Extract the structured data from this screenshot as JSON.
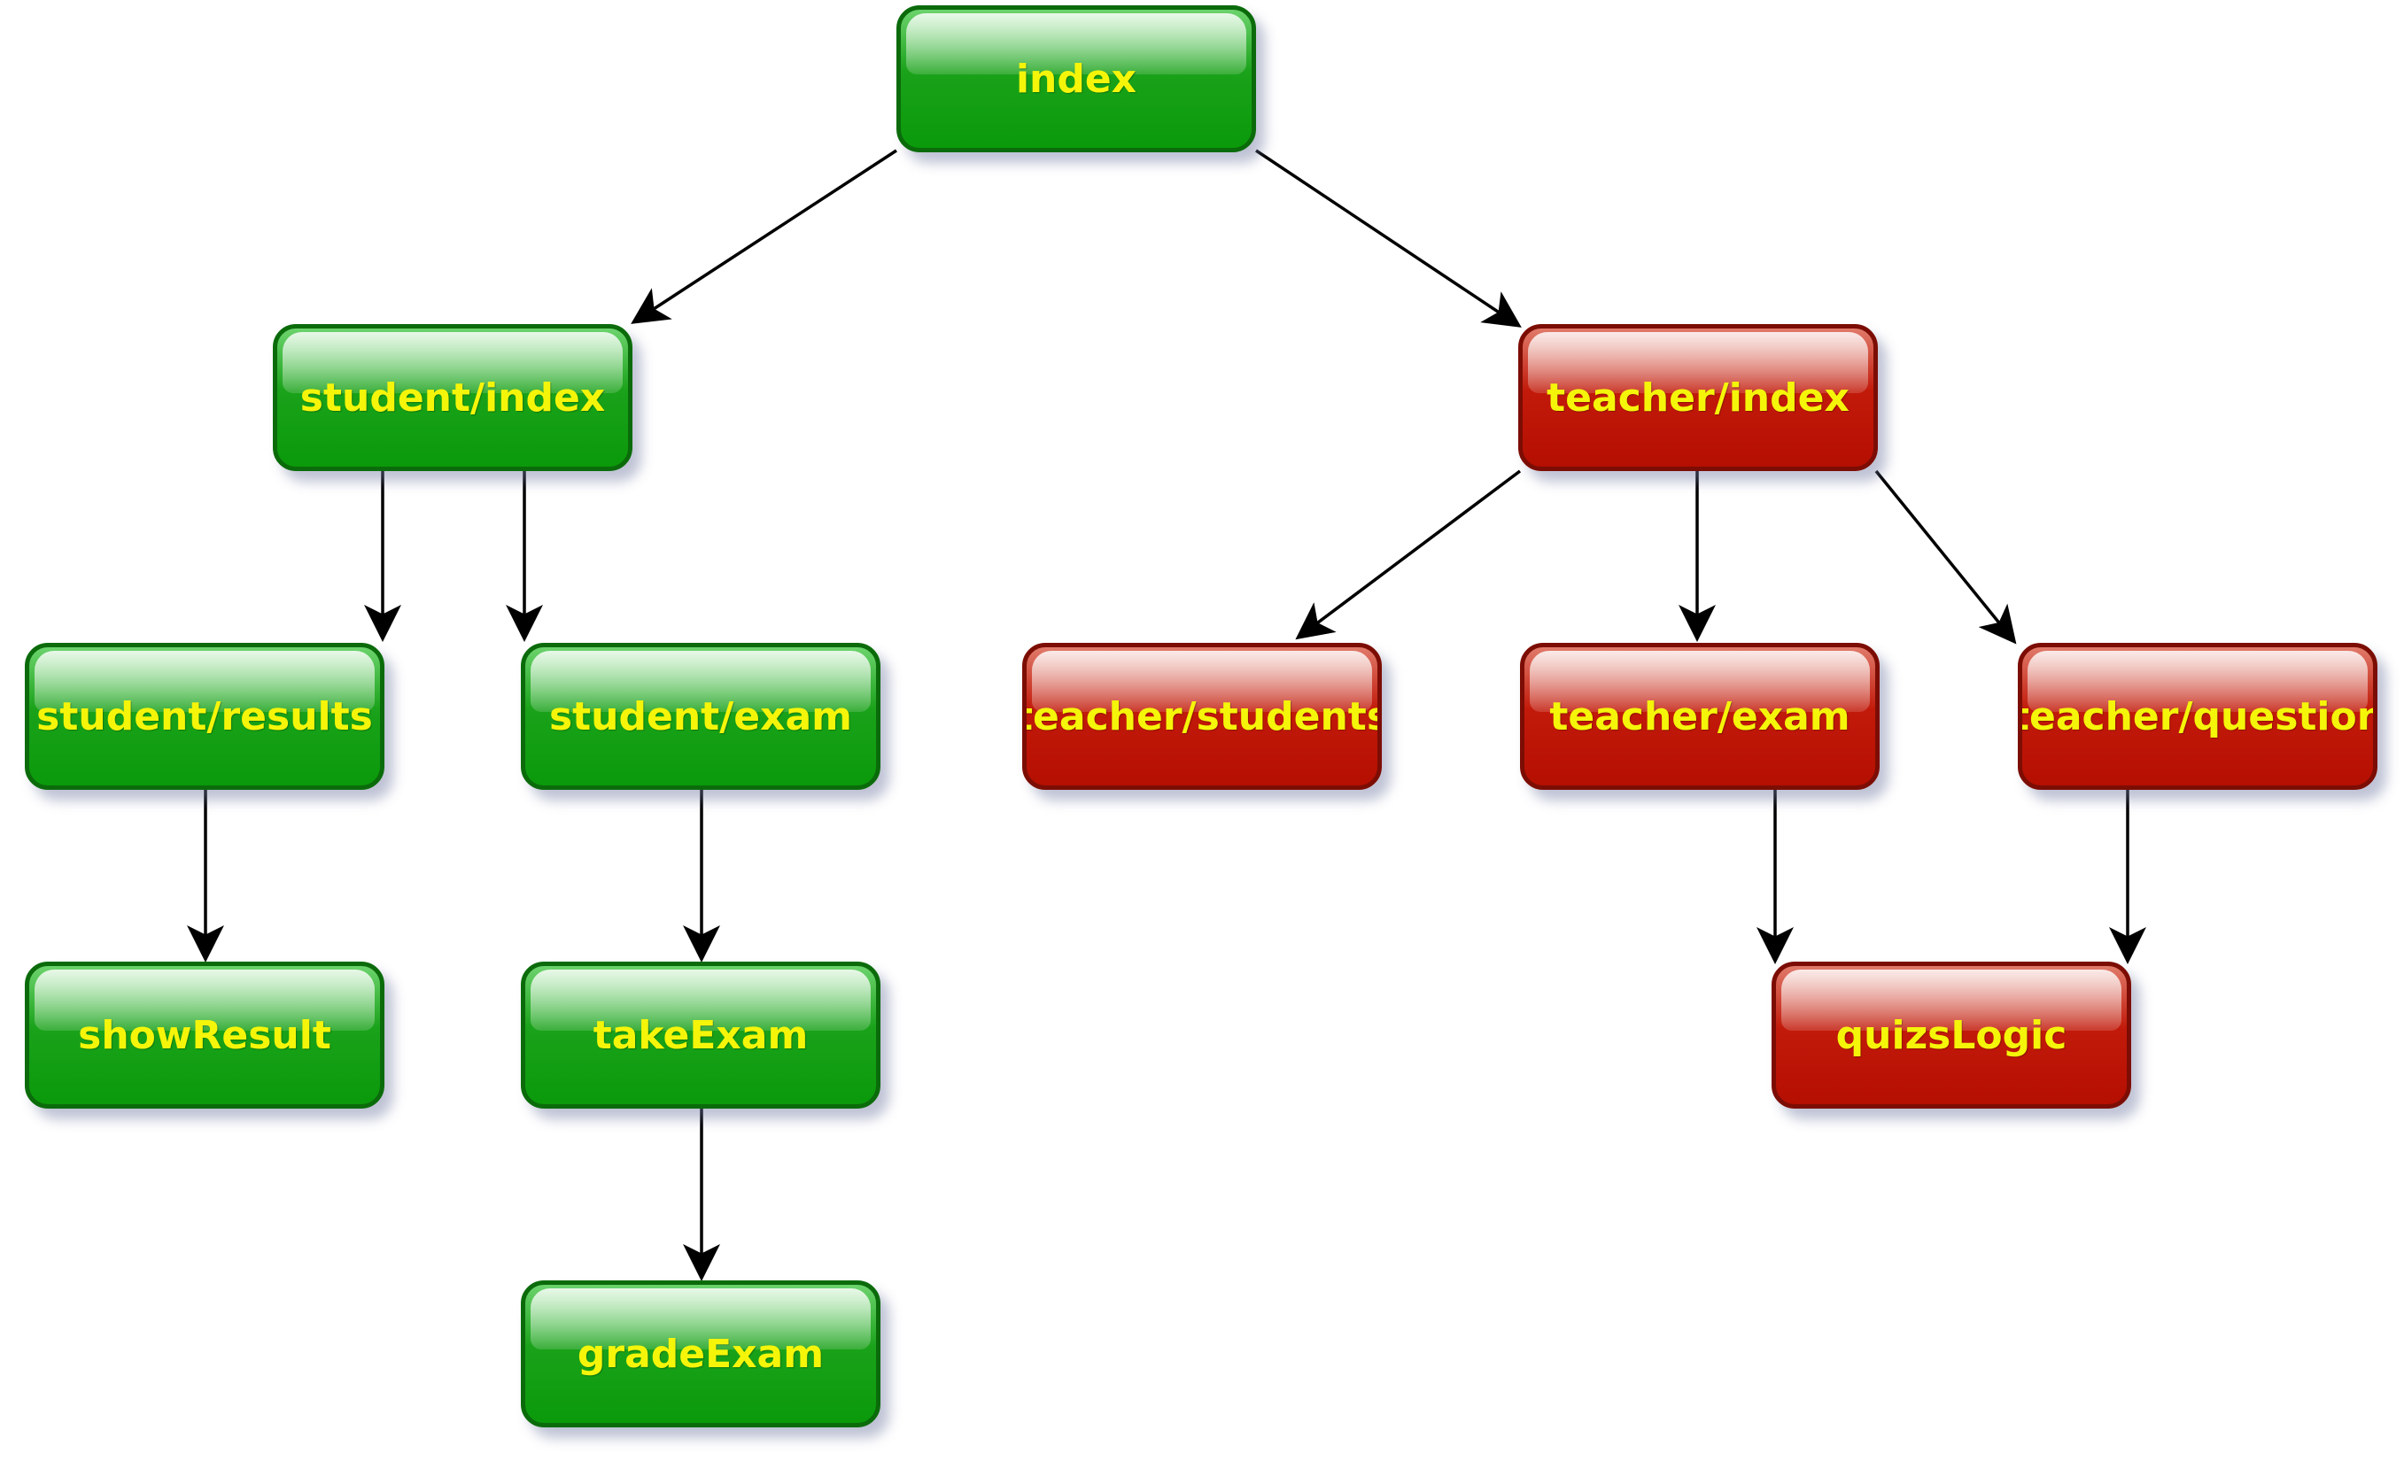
{
  "nodes": {
    "index": {
      "label": "index",
      "color": "#0a9a0a"
    },
    "student_index": {
      "label": "student/index",
      "color": "#0a9a0a"
    },
    "teacher_index": {
      "label": "teacher/index",
      "color": "#b50f02"
    },
    "student_results": {
      "label": "student/results",
      "color": "#0a9a0a"
    },
    "student_exam": {
      "label": "student/exam",
      "color": "#0a9a0a"
    },
    "teacher_students": {
      "label": "teacher/students",
      "color": "#b50f02"
    },
    "teacher_exam": {
      "label": "teacher/exam",
      "color": "#b50f02"
    },
    "teacher_question": {
      "label": "teacher/question",
      "color": "#b50f02"
    },
    "show_result": {
      "label": "showResult",
      "color": "#0a9a0a"
    },
    "take_exam": {
      "label": "takeExam",
      "color": "#0a9a0a"
    },
    "grade_exam": {
      "label": "gradeExam",
      "color": "#0a9a0a"
    },
    "quizs_logic": {
      "label": "quizsLogic",
      "color": "#b50f02"
    }
  },
  "edges": [
    {
      "from": "index",
      "to": "student_index"
    },
    {
      "from": "index",
      "to": "teacher_index"
    },
    {
      "from": "student_index",
      "to": "student_results"
    },
    {
      "from": "student_index",
      "to": "student_exam"
    },
    {
      "from": "teacher_index",
      "to": "teacher_students"
    },
    {
      "from": "teacher_index",
      "to": "teacher_exam"
    },
    {
      "from": "teacher_index",
      "to": "teacher_question"
    },
    {
      "from": "student_results",
      "to": "show_result"
    },
    {
      "from": "student_exam",
      "to": "take_exam"
    },
    {
      "from": "take_exam",
      "to": "grade_exam"
    },
    {
      "from": "teacher_exam",
      "to": "quizs_logic"
    },
    {
      "from": "teacher_question",
      "to": "quizs_logic"
    }
  ],
  "colors": {
    "label_text": "#f5f50a",
    "arrow": "#000000"
  }
}
